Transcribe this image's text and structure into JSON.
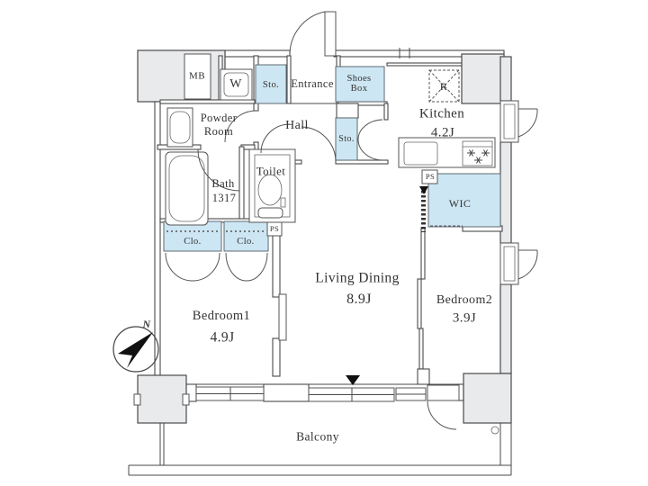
{
  "document_type": "apartment-floor-plan",
  "colors": {
    "background": "#ffffff",
    "storage_fill": "#cde6f3",
    "wall_fill": "#e9eaec",
    "line_color": "#4a4a4a",
    "text_color": "#333333",
    "marker_color": "#111111"
  },
  "rooms": {
    "entrance": {
      "label": "Entrance"
    },
    "hall": {
      "label": "Hall"
    },
    "powder_room": {
      "label_line1": "Powder",
      "label_line2": "Room"
    },
    "toilet": {
      "label": "Toilet"
    },
    "bath": {
      "label": "Bath",
      "size_code": "1317"
    },
    "kitchen": {
      "label": "Kitchen",
      "area": "4.2J"
    },
    "living_dining": {
      "label": "Living Dining",
      "area": "8.9J"
    },
    "bedroom1": {
      "label": "Bedroom1",
      "area": "4.9J"
    },
    "bedroom2": {
      "label": "Bedroom2",
      "area": "3.9J"
    },
    "wic": {
      "label": "WIC"
    },
    "balcony": {
      "label": "Balcony"
    }
  },
  "storage": {
    "entrance_storage": "Sto.",
    "hall_storage": "Sto.",
    "shoes_box_line1": "Shoes",
    "shoes_box_line2": "Box",
    "closet_left": "Clo.",
    "closet_right": "Clo."
  },
  "utilities": {
    "meter_box": "MB",
    "washer": "W",
    "refrigerator_space": "R",
    "pipe_space_kitchen": "PS",
    "pipe_space_closet": "PS"
  },
  "compass": {
    "north_label": "N",
    "direction": "northeast"
  },
  "icons": {
    "stove_burner": "✳",
    "orientation_marker": "▼",
    "accordion_door_marker": "▼",
    "compass_arrow": "northeast-dart",
    "balcony_drain": "small-circle"
  }
}
